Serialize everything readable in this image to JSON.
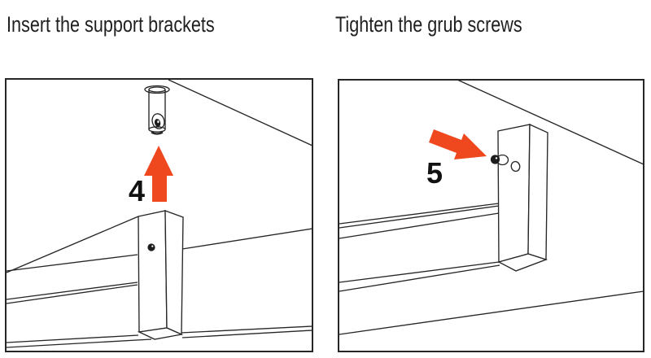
{
  "colors": {
    "accent_orange": "#F0481E",
    "line": "#262626",
    "text": "#1F1F1F",
    "background": "#FFFFFF"
  },
  "steps": [
    {
      "title": "Insert the support brackets",
      "step_number": "4",
      "arrow_direction": "up"
    },
    {
      "title": "Tighten the grub screws",
      "step_number": "5",
      "arrow_direction": "right-down"
    }
  ]
}
